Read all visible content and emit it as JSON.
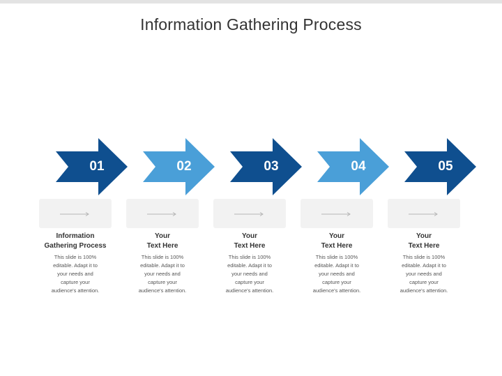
{
  "slide": {
    "title": "Information Gathering Process"
  },
  "colors": {
    "dark_blue": "#0f4f8f",
    "light_blue": "#4a9fd8",
    "card_bg": "#f2f2f2",
    "card_arrow": "#b5b5b5"
  },
  "steps": [
    {
      "number": "01",
      "color": "dark_blue",
      "title": "Information\nGathering Process",
      "description": "This slide is 100%\neditable. Adapt it to\nyour needs and\ncapture your\naudience's attention."
    },
    {
      "number": "02",
      "color": "light_blue",
      "title": "Your\nText Here",
      "description": "This slide is 100%\neditable. Adapt it to\nyour needs and\ncapture your\naudience's attention."
    },
    {
      "number": "03",
      "color": "dark_blue",
      "title": "Your\nText Here",
      "description": "This slide is 100%\neditable. Adapt it to\nyour needs and\ncapture your\naudience's attention."
    },
    {
      "number": "04",
      "color": "light_blue",
      "title": "Your\nText Here",
      "description": "This slide is 100%\neditable. Adapt it to\nyour needs and\ncapture your\naudience's attention."
    },
    {
      "number": "05",
      "color": "dark_blue",
      "title": "Your\nText Here",
      "description": "This slide is 100%\neditable. Adapt it to\nyour needs and\ncapture your\naudience's attention."
    }
  ]
}
